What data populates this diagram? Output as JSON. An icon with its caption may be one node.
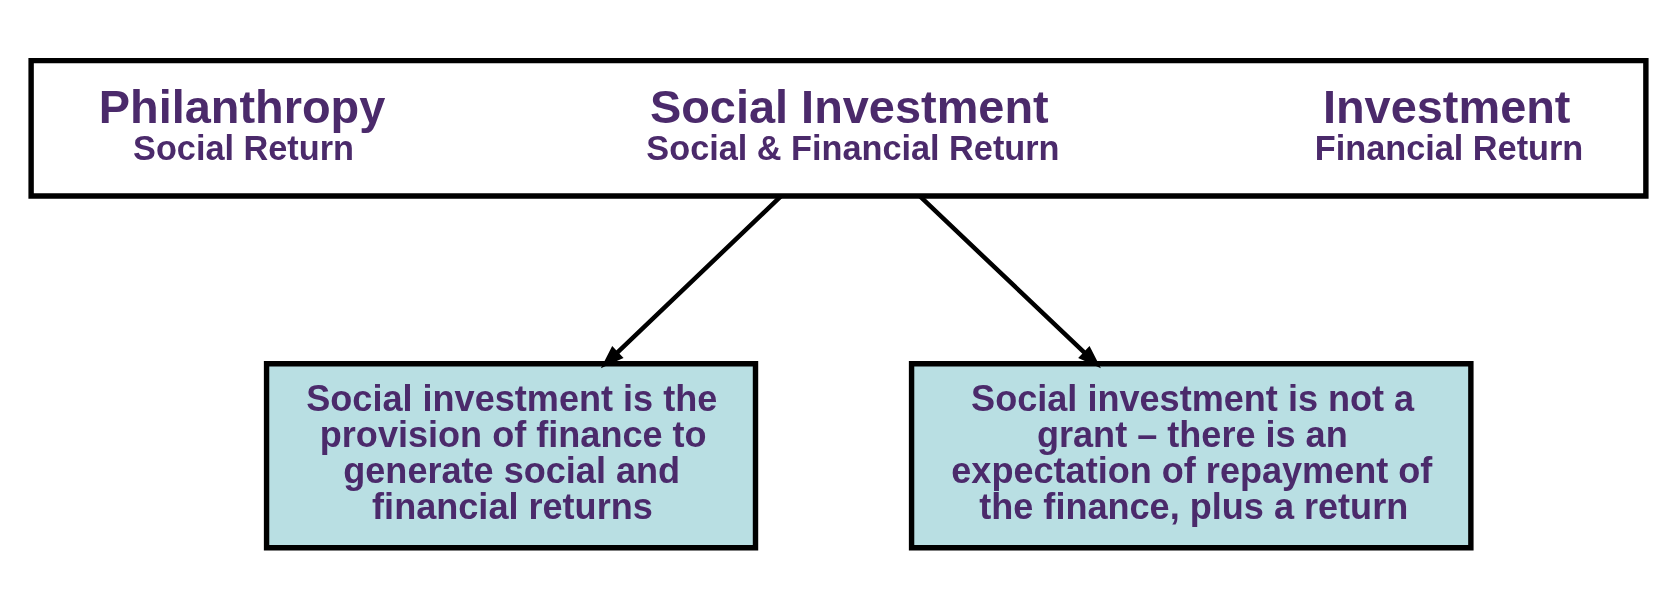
{
  "diagram": {
    "nodes": [
      {
        "text": [],
        "shape": "box"
      },
      {
        "text": [
          "Philanthropy",
          "Social Return"
        ],
        "in": 0
      },
      {
        "text": [
          "Social Investment",
          "Social & Financial Return"
        ],
        "in": 0
      },
      {
        "text": [
          "Investment",
          "Financial Return"
        ],
        "in": 0
      },
      {
        "text": [
          "Social investment is the provision of finance to generate social and financial returns"
        ]
      },
      {
        "text": [
          "Social investment is not a grant – there is an expectation of repayment of the finance, plus a return"
        ]
      }
    ],
    "edges": [
      {
        "from": 0,
        "to": 4,
        "arrow": "to"
      },
      {
        "from": 0,
        "to": 5,
        "arrow": "to"
      }
    ]
  }
}
